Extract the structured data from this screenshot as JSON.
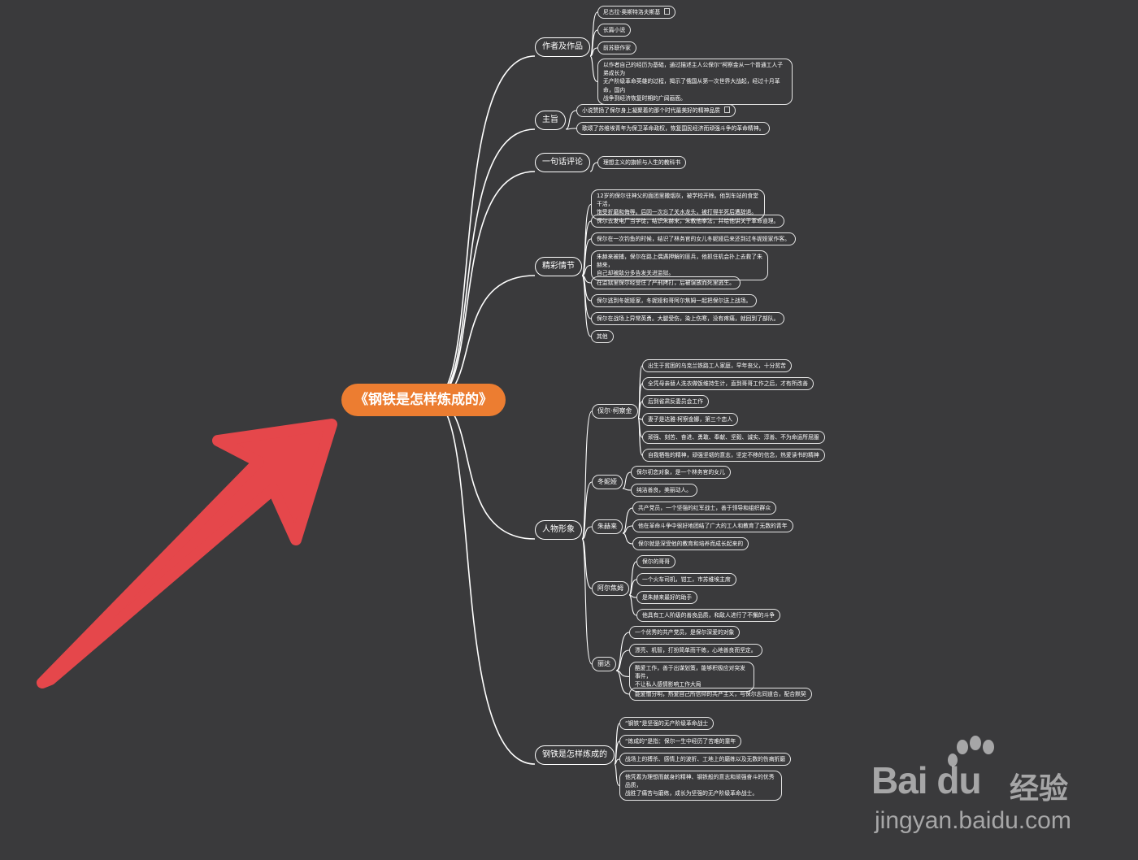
{
  "root": {
    "label": "《钢铁是怎样炼成的》"
  },
  "branches": [
    {
      "label": "作者及作品",
      "children": [
        {
          "label": "尼古拉·奥斯特洛夫斯基",
          "note": true
        },
        {
          "label": "长篇小说"
        },
        {
          "label": "前苏联作家"
        },
        {
          "label": "以作者自己的经历为基础，通过描述主人公保尔”柯察金从一个普通工人子弟成长为\n无产阶级革命英雄的过程，揭示了俄国从第一次世界大战起，经过十月革命，国内\n战争到经济恢复时期的广阔画面。"
        }
      ]
    },
    {
      "label": "主旨",
      "children": [
        {
          "label": "小说赞扬了保尔身上凝聚着的那个时代最美好的精神品质",
          "note": true
        },
        {
          "label": "歌颂了苏维埃青年为保卫革命政权，恢复国民经济而顽强斗争的革命精神。"
        }
      ]
    },
    {
      "label": "一句话评论",
      "children": [
        {
          "label": "理想主义的旗帜与人生的教科书"
        }
      ]
    },
    {
      "label": "精彩情节",
      "children": [
        {
          "label": "12岁的保尔往神父的面团里撒烟灰，被学校开除。他到车站的食堂干活，\n饱受折磨和侮辱。后因一次忘了关水龙头，被打得半死后遭辞退。"
        },
        {
          "label": "保尔去发电厂当学徒，结识朱赫来，朱教他拳法，并给他讲关于革命道理。"
        },
        {
          "label": "保尔在一次钓鱼的时候，结识了林务官的女儿冬妮娅后来还到过冬妮娅家作客。"
        },
        {
          "label": "朱赫来被捕，保尔在路上偶遇押解的匪兵，他抓住机会扑上去救了朱赫来，\n自己却被敌分多告发关进监狱。"
        },
        {
          "label": "在监狱里保尔经受住了严刑拷打，后被误放而死里逃生。"
        },
        {
          "label": "保尔逃到冬妮娅家，冬妮娅和哥阿尔焦姆一起把保尔送上战场。"
        },
        {
          "label": "保尔在战场上异常英勇。大腿受伤，染上伤寒，没有疼痛，就回到了部队。"
        },
        {
          "label": "其他"
        }
      ]
    },
    {
      "label": "人物形象",
      "groups": [
        {
          "label": "保尔·柯察金",
          "children": [
            {
              "label": "出生于贫困的乌克兰铁路工人家庭，早年丧父，十分贫苦"
            },
            {
              "label": "全凭母亲替人洗衣做饭维持生计，直到哥哥工作之后，才有所改善"
            },
            {
              "label": "后到省肃反委员会工作"
            },
            {
              "label": "妻子是达雅·柯察金娜，第三个恋人"
            },
            {
              "label": "顽强、刻苦、奋进、勇敢、奉献、坚毅、诚实、淳善、不为命运所屈服"
            },
            {
              "label": "自我牺牲的精神，顽强坚韧的意志，坚定不移的信念，热爱读书的精神"
            }
          ]
        },
        {
          "label": "冬妮娅",
          "children": [
            {
              "label": "保尔初恋对象，是一个林务官的女儿"
            },
            {
              "label": "纯洁善良，美丽动人。"
            }
          ]
        },
        {
          "label": "朱赫来",
          "children": [
            {
              "label": "共产党员，一个坚强的红军战士，善于领导和组织群众"
            },
            {
              "label": "他在革命斗争中很好地团结了广大的工人和教育了无数的青年"
            },
            {
              "label": "保尔就是深受他的教育和培养而成长起来的"
            }
          ]
        },
        {
          "label": "阿尔焦姆",
          "children": [
            {
              "label": "保尔的哥哥"
            },
            {
              "label": "一个火车司机，钳工，市苏维埃主席"
            },
            {
              "label": "是朱赫来最好的助手"
            },
            {
              "label": "他具有工人阶级的善良品质，和敌人进行了不懈的斗争"
            }
          ]
        },
        {
          "label": "丽达",
          "children": [
            {
              "label": "一个优秀的共产党员，是保尔深爱的对象"
            },
            {
              "label": "漂亮、机智，打扮简单而干练，心地善良而坚定。"
            },
            {
              "label": "酷爱工作，善于出谋划策，能够积极应对突发事件，\n不让私人感情影响工作大局"
            },
            {
              "label": "能爱憎分明，热爱自己所信仰的共产主义，与保尔志同道合，配合默契"
            }
          ]
        }
      ]
    },
    {
      "label": "钢铁是怎样炼成的",
      "children": [
        {
          "label": "“钢铁”是坚强的无产阶级革命战士"
        },
        {
          "label": "“炼成的”是指：保尔一生中经历了苦难的童年"
        },
        {
          "label": "战场上的搏杀、感情上的波折、工地上的磨练以及无数的伤病折磨"
        },
        {
          "label": "他凭着为理想而献身的精神、钢铁般的意志和顽强奋斗的优秀品质，\n战胜了痛苦与磨练，成长为坚强的无产阶级革命战士。"
        }
      ]
    }
  ],
  "watermark": {
    "brand": "Bai du",
    "cn": "经验",
    "url": "jingyan.baidu.com"
  },
  "colors": {
    "background": "#3a3a3c",
    "root": "#ec7d31",
    "arrow": "#e5474b",
    "line": "#ffffff"
  }
}
